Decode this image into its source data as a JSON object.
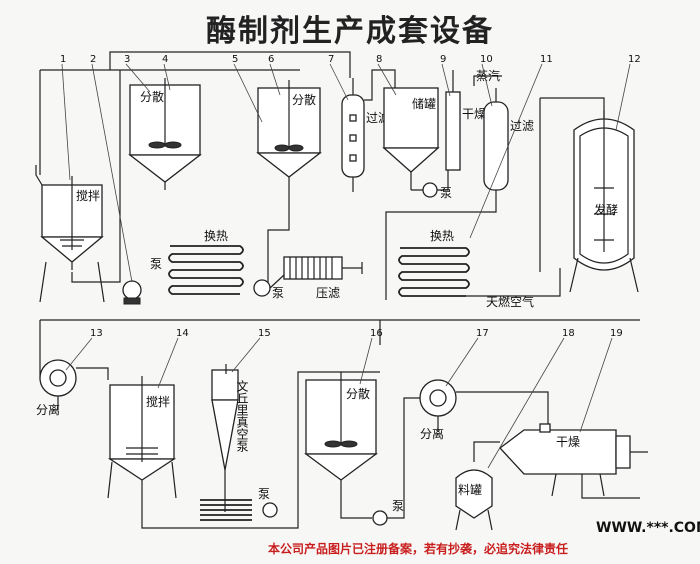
{
  "title": "酶制剂生产成套设备",
  "numbers": [
    "1",
    "2",
    "3",
    "4",
    "5",
    "6",
    "7",
    "8",
    "9",
    "10",
    "11",
    "12",
    "13",
    "14",
    "15",
    "16",
    "17",
    "18",
    "19"
  ],
  "labels": {
    "stir1": "搅拌",
    "pump1": "泵",
    "disperse1": "分散",
    "heat1": "换热",
    "disperse2": "分散",
    "filter1": "过滤",
    "storage": "储罐",
    "pump2": "泵",
    "press_filter": "压滤",
    "pump3": "泵",
    "dry1": "干燥",
    "steam": "蒸汽",
    "filter2": "过滤",
    "heat2": "换热",
    "air": "天燃空气",
    "ferment": "发酵",
    "separate1": "分离",
    "stir2": "搅拌",
    "vac1": "文丘里真空泵",
    "pump4": "泵",
    "disperse3": "分散",
    "pump5": "泵",
    "separate2": "分离",
    "material": "料罐",
    "dry2": "干燥"
  },
  "footer": "本公司产品图片已注册备案，若有抄袭，必追究法律责任",
  "watermark": "WWW.***.COM"
}
